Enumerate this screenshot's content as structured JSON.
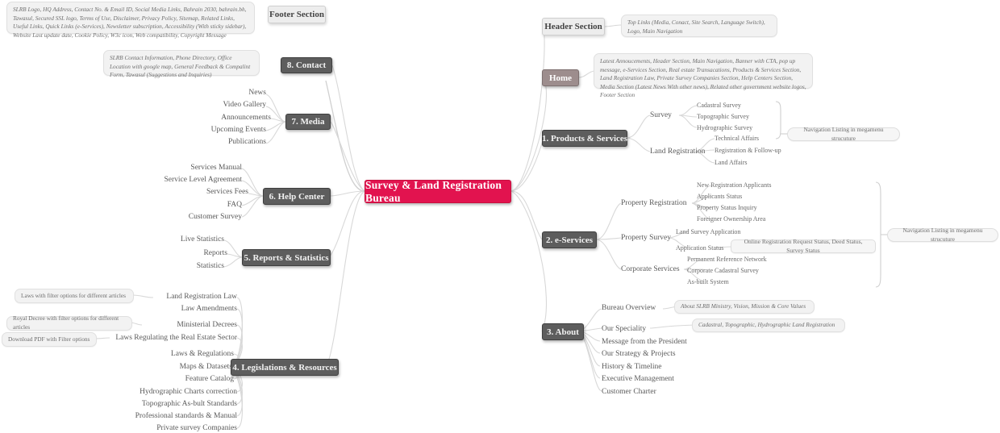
{
  "central": {
    "label": "Survey & Land Registration Bureau",
    "color": "#e2134f"
  },
  "left_branches": [
    {
      "id": "footer",
      "label": "Footer Section",
      "style": "light",
      "note": "SLRB Logo, HQ Address, Contact No. & Email ID, Social Media Links, Bahrain 2030, bahrain.bh, Tawasul, Secured SSL logo, Terms of Use, Disclaimer, Privacy Policy, Sitemap, Related Links, Useful Links, Quick Links (e-Services), Newsletter subscription, Accessibility (With sticky sidebar), Website Last update date, Cookie Policy, W3c icon, Web compatibility, Copyright Message"
    },
    {
      "id": "contact",
      "label": "8. Contact",
      "style": "dark",
      "note": "SLRB Contact Information, Phone Directory, Office Location with google map, General Feedback & Compalint Form, Tawasul (Suggestions and Inquiries)"
    },
    {
      "id": "media",
      "label": "7. Media",
      "style": "dark",
      "children": [
        "News",
        "Video Gallery",
        "Announcements",
        "Upcoming Events",
        "Publications"
      ]
    },
    {
      "id": "help-center",
      "label": "6. Help Center",
      "style": "dark",
      "children": [
        "Services Manual",
        "Service Level Agreement",
        "Services Fees",
        "FAQ",
        "Customer Survey"
      ]
    },
    {
      "id": "reports-statistics",
      "label": "5. Reports & Statistics",
      "style": "dark",
      "children": [
        "Live Statistics",
        "Reports",
        "Statistics"
      ]
    },
    {
      "id": "legislations-resources",
      "label": "4. Legislations & Resources",
      "style": "dark",
      "children": [
        "Land Registration Law",
        "Law Amendments",
        "Ministerial Decrees",
        "Laws Regulating the Real Estate Sector",
        "Laws & Regulations",
        "Maps & Datasets",
        "Feature Catalog",
        "Hydrographic Charts correction",
        "Topographic As-bult Standards",
        "Professional standards & Manual",
        "Private survey Companies"
      ],
      "callouts": [
        "Laws with filter options for different articles",
        "Royal Decree with filter options for different articles",
        "Download PDF with Filter options"
      ]
    }
  ],
  "right_branches": [
    {
      "id": "header",
      "label": "Header Section",
      "style": "light",
      "note": "Top Links (Media, Conact, Site Search, Language Switch), Logo, Main Navigation"
    },
    {
      "id": "home",
      "label": "Home",
      "style": "mauve",
      "note": "Latest Annoucements, Header Section, Main Navigation, Banner with CTA, pop up message, e-Services Section, Real estate Transacations, Products & Services Section, Land Registration Law, Private Survey Companies Section, Help Centers Section,  Media Section (Latest News With other news), Related other government website logos, Footer Section"
    },
    {
      "id": "products-services",
      "label": "1. Products & Services",
      "style": "dark",
      "groups": [
        {
          "label": "Survey",
          "items": [
            "Cadastral Survey",
            "Topographic Survey",
            "Hydrographic Survey"
          ]
        },
        {
          "label": "Land Registration",
          "items": [
            "Technical Affairs",
            "Registration & Follow-up",
            "Land Affairs"
          ]
        }
      ],
      "callout": "Navigation Listing in megamenu strucuture"
    },
    {
      "id": "e-services",
      "label": "2. e-Services",
      "style": "dark",
      "groups": [
        {
          "label": "Property Registration",
          "items": [
            "New Registration Applicants",
            "Applicants Status",
            "Property Status Inquiry",
            "Foreigner Ownership Area"
          ]
        },
        {
          "label": "Property Survey",
          "items": [
            "Land Survey Application",
            "Application Status"
          ]
        },
        {
          "label": "Corporate Services",
          "items": [
            "Permanent Reference Network",
            "Corporate Cadastral Survey",
            "As-built System"
          ]
        }
      ],
      "inline_callout": "Online Registration Request Status, Deed Status, Survey Status",
      "callout": "Navigation Listing in megamenu strucuture"
    },
    {
      "id": "about",
      "label": "3. About",
      "style": "dark",
      "children": [
        "Bureau Overview",
        "Our Speciality",
        "Message from the President",
        "Our Strategy & Projects",
        "History & Timeline",
        "Executive Management",
        "Customer Charter"
      ],
      "callouts": [
        "About SLRB Ministry, Vision, Mission & Core Values",
        "Cadastral, Topographic, Hydrographic Land Registration"
      ]
    }
  ]
}
